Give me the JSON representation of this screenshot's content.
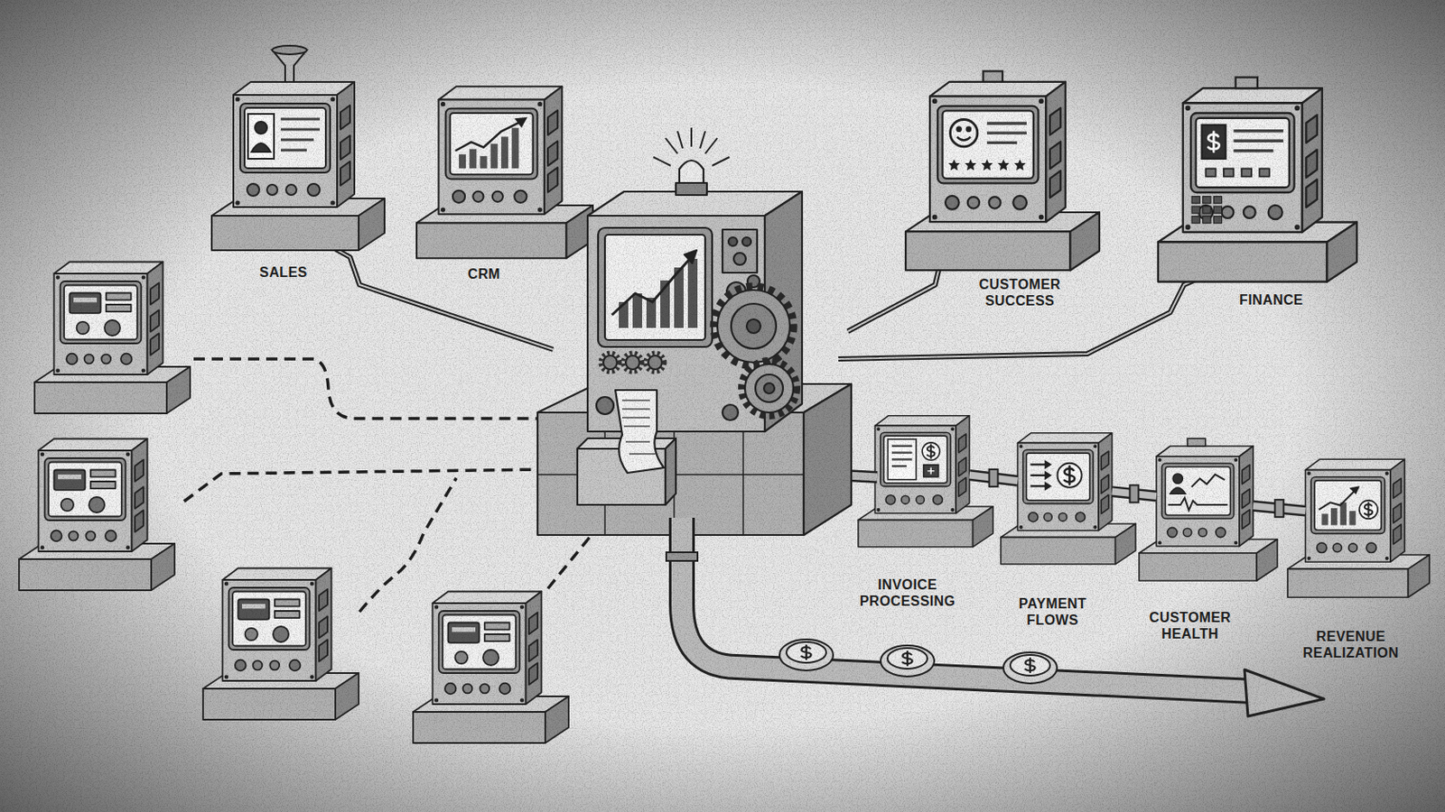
{
  "diagram": {
    "nodes": [
      {
        "text": [
          "SALES"
        ]
      },
      {
        "text": [
          "CRM"
        ]
      },
      {
        "text": [
          "CUSTOMER SUCCESS"
        ]
      },
      {
        "text": [
          "FINANCE"
        ]
      },
      {
        "text": [
          "INVOICE PROCESSING"
        ]
      },
      {
        "text": [
          "PAYMENT FLOWS"
        ]
      },
      {
        "text": [
          "CUSTOMER HEALTH"
        ]
      },
      {
        "text": [
          "REVENUE REALIZATION"
        ]
      }
    ],
    "edges": [
      {
        "from": 4,
        "to": 5,
        "arrow": "none"
      },
      {
        "from": 5,
        "to": 6,
        "arrow": "none"
      },
      {
        "from": 6,
        "to": 7,
        "arrow": "none"
      }
    ]
  }
}
